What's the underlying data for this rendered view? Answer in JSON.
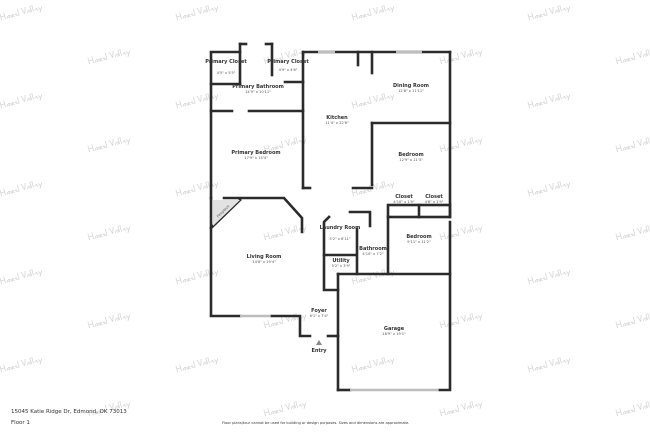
{
  "watermark": "Hazel Valley",
  "rooms": {
    "primary_closet_1": {
      "name": "Primary Closet",
      "dims": "4'5\" x 5'5\""
    },
    "primary_closet_2": {
      "name": "Primary Closet",
      "dims": "4'9\" x 4'6\""
    },
    "primary_bathroom": {
      "name": "Primary Bathroom",
      "dims": "14'9\" x 10'11\""
    },
    "kitchen": {
      "name": "Kitchen",
      "dims": "11'4\" x 22'6\""
    },
    "dining_room": {
      "name": "Dining Room",
      "dims": "12'8\" x 11'11\""
    },
    "primary_bedroom": {
      "name": "Primary Bedroom",
      "dims": "17'9\" x 15'4\""
    },
    "bedroom_1": {
      "name": "Bedroom",
      "dims": "12'9\" x 11'3\""
    },
    "closet_1": {
      "name": "Closet",
      "dims": "4'10\" x 1'9\""
    },
    "closet_2": {
      "name": "Closet",
      "dims": "4'8\" x 1'9\""
    },
    "fireplace": {
      "name": "Fireplace"
    },
    "laundry": {
      "name": "Laundry Room",
      "dims": "5'2\" x 6'11\""
    },
    "bathroom": {
      "name": "Bathroom",
      "dims": "4'10\" x 7'2\""
    },
    "bedroom_2": {
      "name": "Bedroom",
      "dims": "9'11\" x 11'2\""
    },
    "living_room": {
      "name": "Living Room",
      "dims": "14'8\" x 19'4\""
    },
    "utility": {
      "name": "Utility",
      "dims": "5'2\" x 3'9\""
    },
    "foyer": {
      "name": "Foyer",
      "dims": "6'1\" x 7'4\""
    },
    "garage": {
      "name": "Garage",
      "dims": "18'9\" x 19'1\""
    },
    "entry": {
      "name": "Entry"
    }
  },
  "footer": {
    "address": "15045 Katie Ridge Dr, Edmond, OK 73013",
    "floor": "Floor 1",
    "disclaimer": "Floor plans/tour cannot be used for building or design purposes. Sizes and dimensions are approximate."
  }
}
